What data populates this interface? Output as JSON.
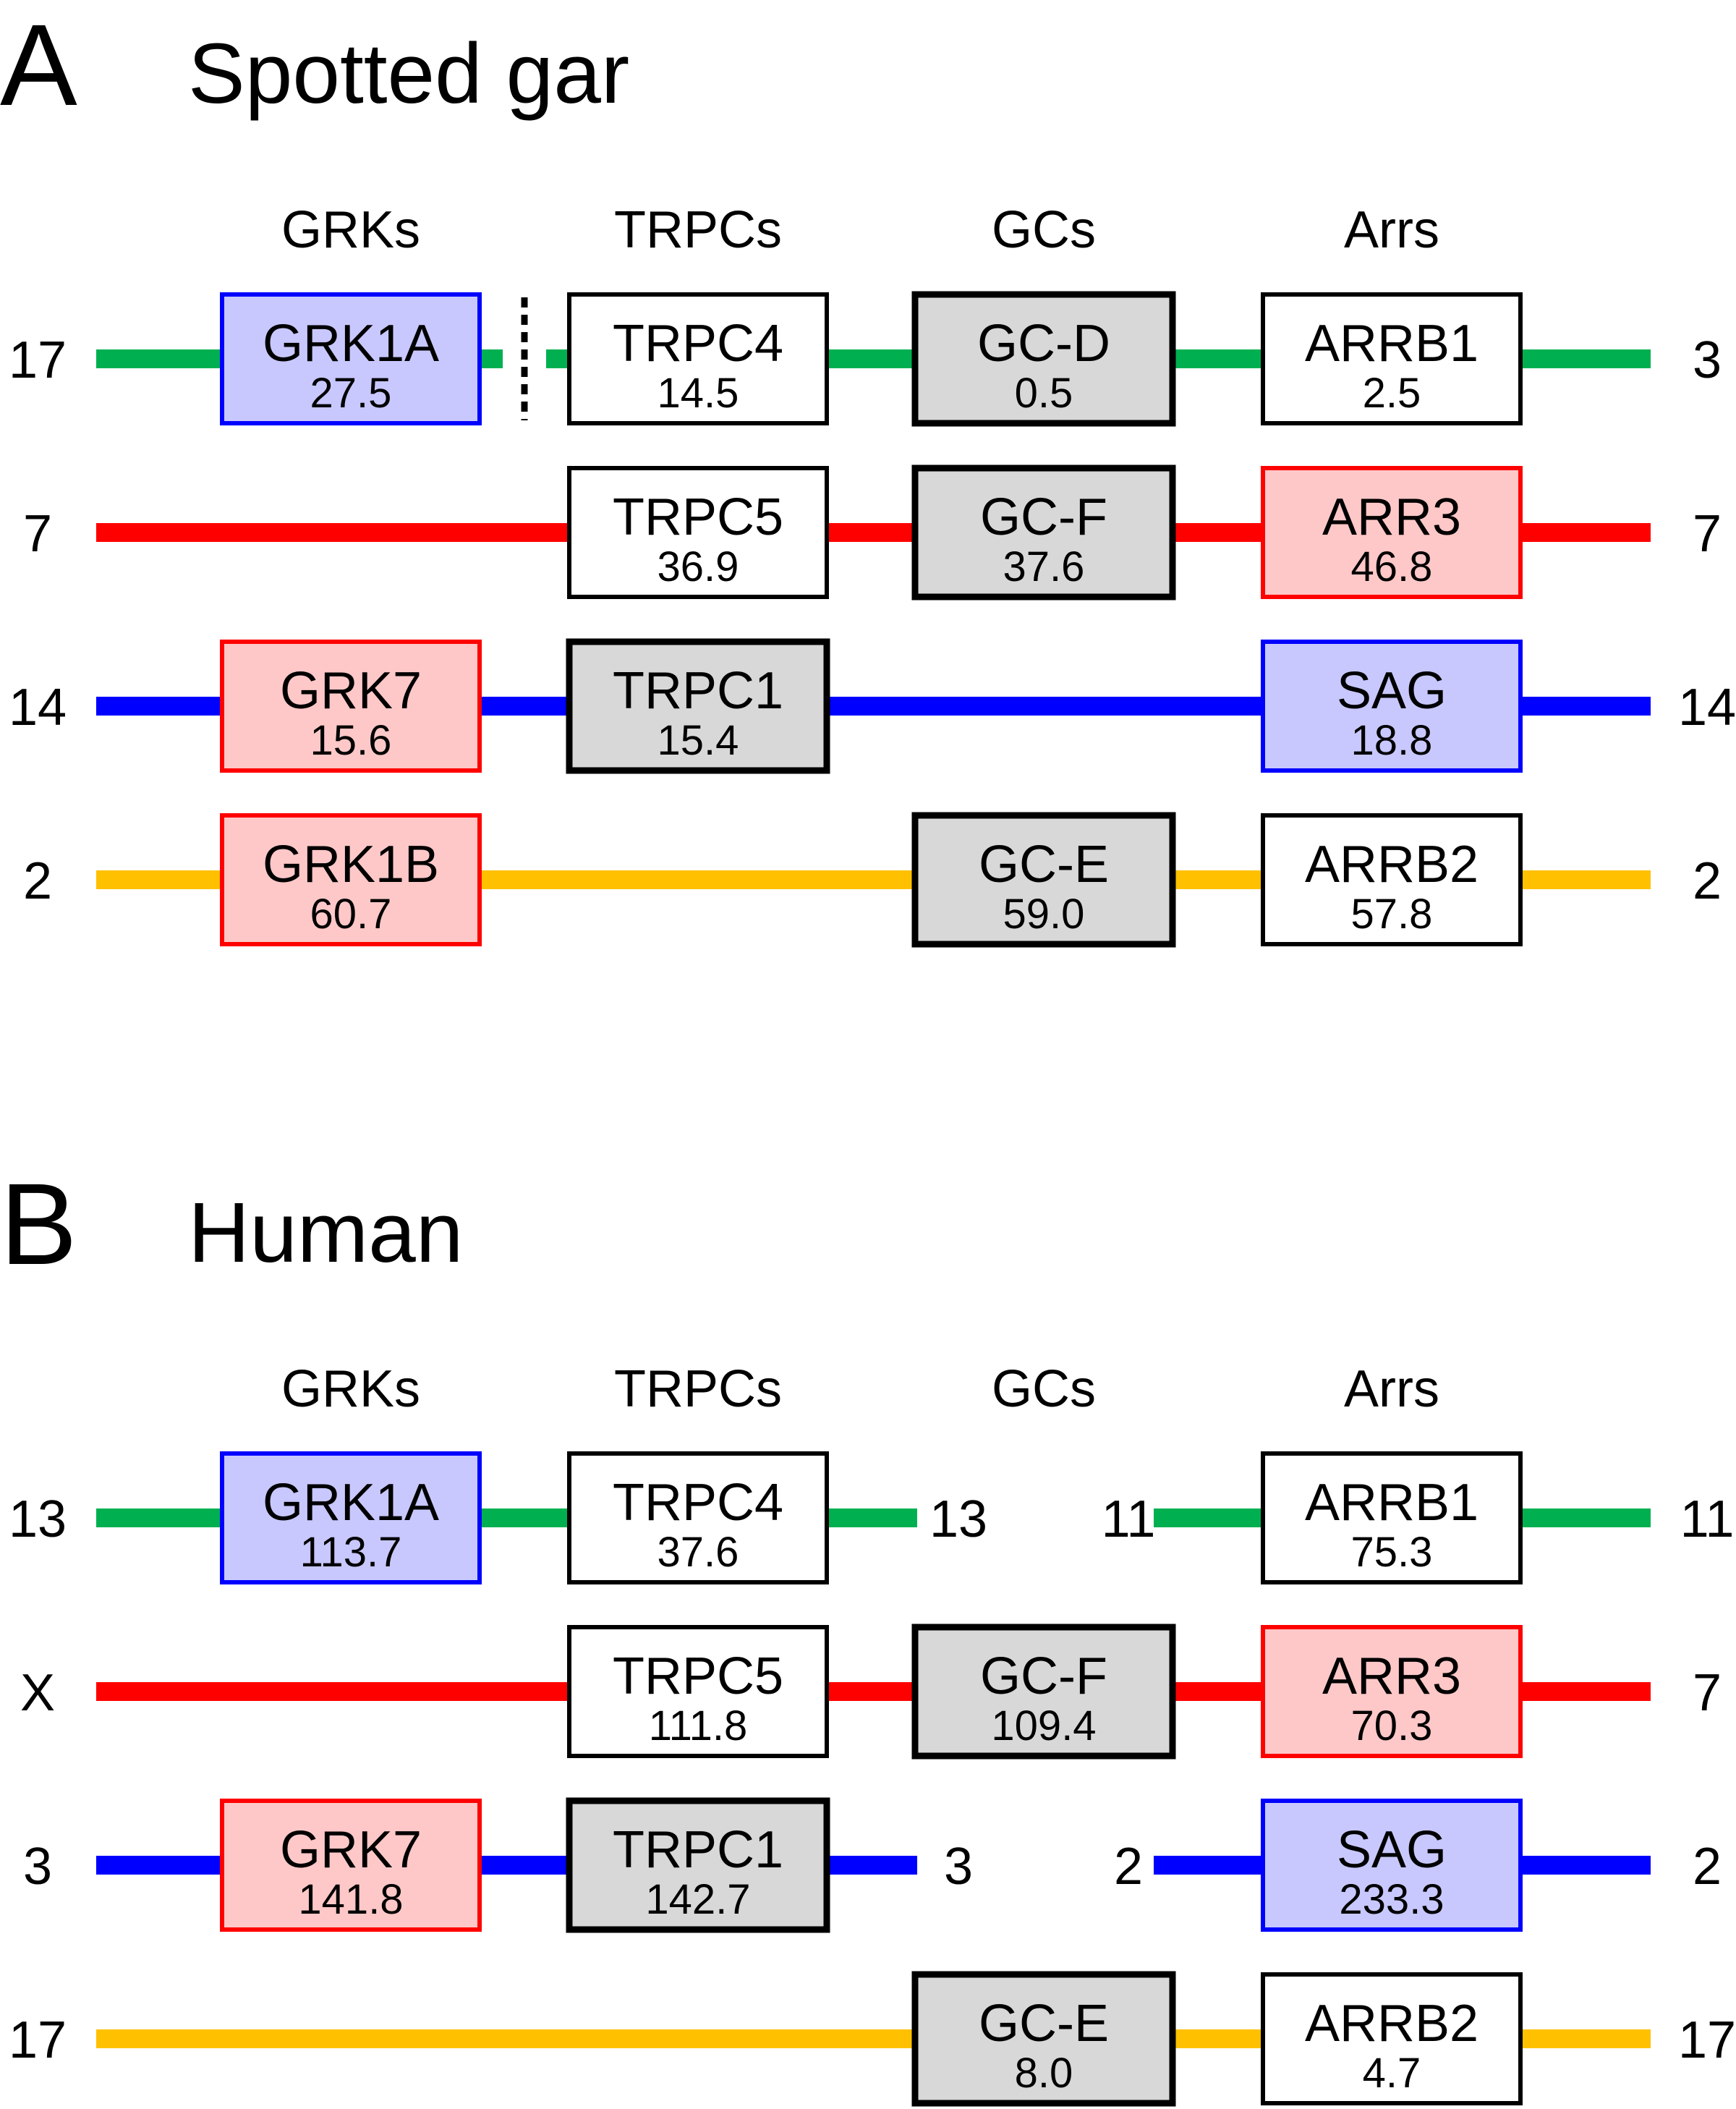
{
  "colors": {
    "green": "#00b050",
    "red": "#ff0000",
    "blue": "#0000ff",
    "yellow": "#ffc000",
    "black": "#000000",
    "fill_blue": "#c8c8ff",
    "fill_red": "#ffc8c8",
    "fill_gray": "#d8d8d8",
    "fill_white": "#ffffff"
  },
  "columns": [
    "GRKs",
    "TRPCs",
    "GCs",
    "Arrs"
  ],
  "panels": [
    {
      "letter": "A",
      "title": "Spotted gar",
      "rows": [
        {
          "color": "green",
          "segments": [
            {
              "from": "left",
              "to": "right",
              "labels": [
                "17",
                "3"
              ]
            }
          ],
          "break_after_col": 0,
          "genes": [
            {
              "col": 0,
              "name": "GRK1A",
              "pos": "27.5",
              "fill": "fill_blue",
              "border": "blue"
            },
            {
              "col": 1,
              "name": "TRPC4",
              "pos": "14.5",
              "fill": "fill_white",
              "border": "black"
            },
            {
              "col": 2,
              "name": "GC-D",
              "pos": "0.5",
              "fill": "fill_gray",
              "border": "black",
              "thick": true
            },
            {
              "col": 3,
              "name": "ARRB1",
              "pos": "2.5",
              "fill": "fill_white",
              "border": "black"
            }
          ]
        },
        {
          "color": "red",
          "segments": [
            {
              "from": "left",
              "to": "right",
              "labels": [
                "7",
                "7"
              ]
            }
          ],
          "genes": [
            {
              "col": 1,
              "name": "TRPC5",
              "pos": "36.9",
              "fill": "fill_white",
              "border": "black"
            },
            {
              "col": 2,
              "name": "GC-F",
              "pos": "37.6",
              "fill": "fill_gray",
              "border": "black",
              "thick": true
            },
            {
              "col": 3,
              "name": "ARR3",
              "pos": "46.8",
              "fill": "fill_red",
              "border": "red"
            }
          ]
        },
        {
          "color": "blue",
          "segments": [
            {
              "from": "left",
              "to": "right",
              "labels": [
                "14",
                "14"
              ]
            }
          ],
          "genes": [
            {
              "col": 0,
              "name": "GRK7",
              "pos": "15.6",
              "fill": "fill_red",
              "border": "red"
            },
            {
              "col": 1,
              "name": "TRPC1",
              "pos": "15.4",
              "fill": "fill_gray",
              "border": "black",
              "thick": true
            },
            {
              "col": 3,
              "name": "SAG",
              "pos": "18.8",
              "fill": "fill_blue",
              "border": "blue"
            }
          ]
        },
        {
          "color": "yellow",
          "segments": [
            {
              "from": "left",
              "to": "right",
              "labels": [
                "2",
                "2"
              ]
            }
          ],
          "genes": [
            {
              "col": 0,
              "name": "GRK1B",
              "pos": "60.7",
              "fill": "fill_red",
              "border": "red"
            },
            {
              "col": 2,
              "name": "GC-E",
              "pos": "59.0",
              "fill": "fill_gray",
              "border": "black",
              "thick": true
            },
            {
              "col": 3,
              "name": "ARRB2",
              "pos": "57.8",
              "fill": "fill_white",
              "border": "black"
            }
          ]
        }
      ]
    },
    {
      "letter": "B",
      "title": "Human",
      "rows": [
        {
          "color": "green",
          "segments": [
            {
              "from": "left",
              "to": "mid_left",
              "labels": [
                "13",
                "13"
              ]
            },
            {
              "from": "mid_right",
              "to": "right",
              "labels": [
                "11",
                "11"
              ]
            }
          ],
          "genes": [
            {
              "col": 0,
              "name": "GRK1A",
              "pos": "113.7",
              "fill": "fill_blue",
              "border": "blue"
            },
            {
              "col": 1,
              "name": "TRPC4",
              "pos": "37.6",
              "fill": "fill_white",
              "border": "black"
            },
            {
              "col": 3,
              "name": "ARRB1",
              "pos": "75.3",
              "fill": "fill_white",
              "border": "black"
            }
          ]
        },
        {
          "color": "red",
          "segments": [
            {
              "from": "left",
              "to": "right",
              "labels": [
                "X",
                "7"
              ]
            }
          ],
          "genes": [
            {
              "col": 1,
              "name": "TRPC5",
              "pos": "111.8",
              "fill": "fill_white",
              "border": "black"
            },
            {
              "col": 2,
              "name": "GC-F",
              "pos": "109.4",
              "fill": "fill_gray",
              "border": "black",
              "thick": true
            },
            {
              "col": 3,
              "name": "ARR3",
              "pos": "70.3",
              "fill": "fill_red",
              "border": "red"
            }
          ]
        },
        {
          "color": "blue",
          "segments": [
            {
              "from": "left",
              "to": "mid_left",
              "labels": [
                "3",
                "3"
              ]
            },
            {
              "from": "mid_right",
              "to": "right",
              "labels": [
                "2",
                "2"
              ]
            }
          ],
          "genes": [
            {
              "col": 0,
              "name": "GRK7",
              "pos": "141.8",
              "fill": "fill_red",
              "border": "red"
            },
            {
              "col": 1,
              "name": "TRPC1",
              "pos": "142.7",
              "fill": "fill_gray",
              "border": "black",
              "thick": true
            },
            {
              "col": 3,
              "name": "SAG",
              "pos": "233.3",
              "fill": "fill_blue",
              "border": "blue"
            }
          ]
        },
        {
          "color": "yellow",
          "segments": [
            {
              "from": "left",
              "to": "right",
              "labels": [
                "17",
                "17"
              ]
            }
          ],
          "genes": [
            {
              "col": 2,
              "name": "GC-E",
              "pos": "8.0",
              "fill": "fill_gray",
              "border": "black",
              "thick": true
            },
            {
              "col": 3,
              "name": "ARRB2",
              "pos": "4.7",
              "fill": "fill_white",
              "border": "black"
            }
          ]
        }
      ]
    }
  ]
}
